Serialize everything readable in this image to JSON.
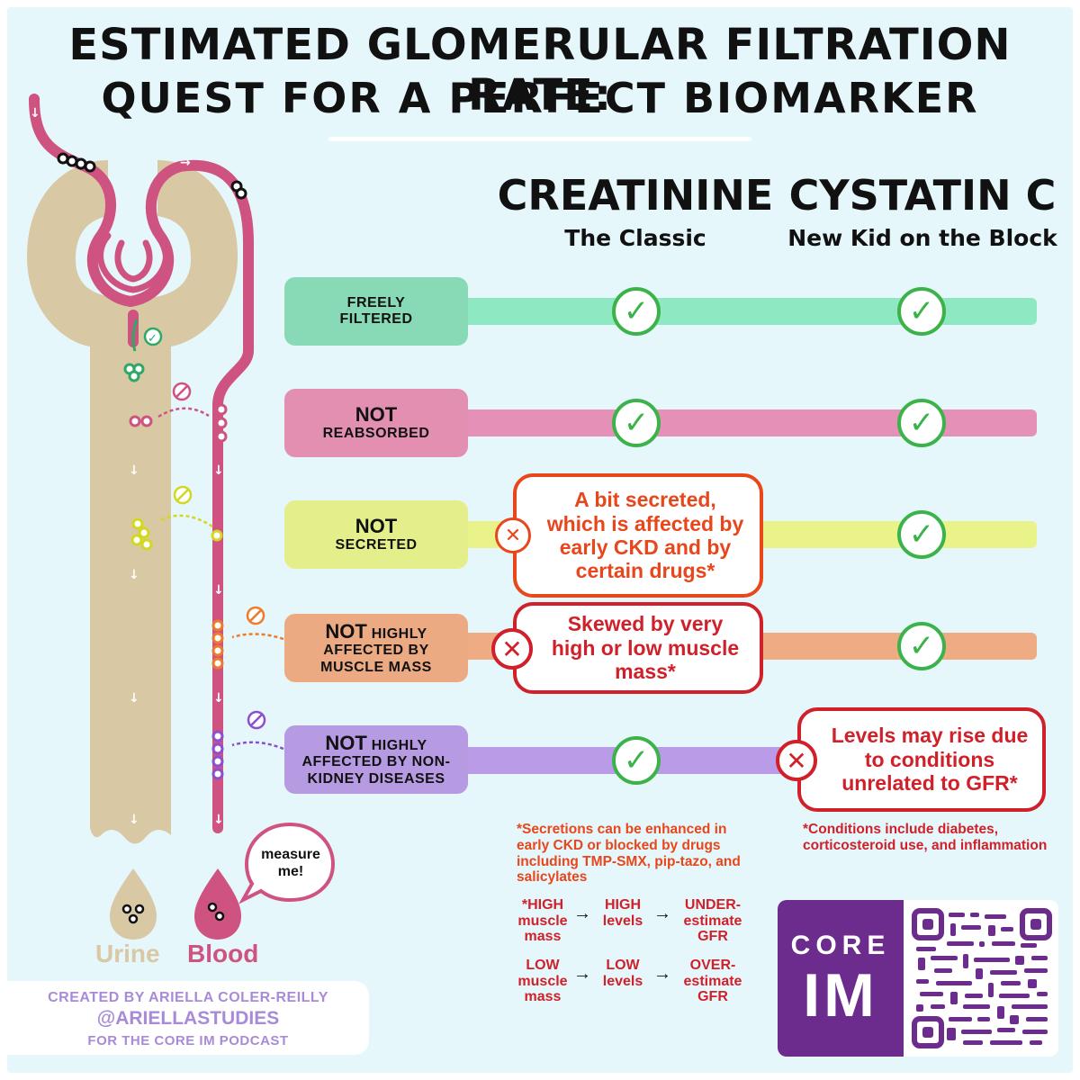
{
  "title": {
    "line1": "ESTIMATED GLOMERULAR FILTRATION RATE:",
    "line2": "QUEST FOR A PERFECT BIOMARKER"
  },
  "columns": [
    {
      "heading": "CREATININE",
      "subheading": "The Classic"
    },
    {
      "heading": "CYSTATIN C",
      "subheading": "New Kid on the Block"
    }
  ],
  "rows": [
    {
      "label_big": "",
      "label_small": "FREELY FILTERED",
      "color": "#8ee8c1",
      "label_color": "#88d9b5",
      "creatinine": {
        "status": "check"
      },
      "cystatin": {
        "status": "check"
      }
    },
    {
      "label_big": "NOT",
      "label_small": "REABSORBED",
      "color": "#e590b6",
      "label_color": "#e28fb2",
      "creatinine": {
        "status": "check"
      },
      "cystatin": {
        "status": "check"
      }
    },
    {
      "label_big": "NOT",
      "label_small": "SECRETED",
      "color": "#e9f38a",
      "label_color": "#e4ef8c",
      "creatinine": {
        "status": "partial",
        "note": "A bit secreted, which is affected by early CKD and by certain drugs*"
      },
      "cystatin": {
        "status": "check"
      }
    },
    {
      "label_big": "NOT",
      "label_big_suffix": " HIGHLY",
      "label_small": "AFFECTED BY MUSCLE MASS",
      "color": "#eeab84",
      "label_color": "#ecaa82",
      "creatinine": {
        "status": "fail",
        "note": "Skewed by very high or low muscle mass*"
      },
      "cystatin": {
        "status": "check"
      }
    },
    {
      "label_big": "NOT",
      "label_big_suffix": " HIGHLY",
      "label_small": "AFFECTED BY NON-KIDNEY DISEASES",
      "color": "#b99be8",
      "label_color": "#b69ae2",
      "creatinine": {
        "status": "check"
      },
      "cystatin": {
        "status": "fail",
        "note": "Levels may rise due to conditions unrelated to GFR*"
      }
    }
  ],
  "footnotes": {
    "secretion": "*Secretions can be enhanced in early CKD or blocked by drugs including TMP-SMX, pip-tazo, and salicylates",
    "conditions": "*Conditions include diabetes, corticosteroid use, and inflammation",
    "muscle_high": [
      "*HIGH muscle mass",
      "HIGH levels",
      "UNDER-estimate GFR"
    ],
    "muscle_low": [
      "LOW muscle mass",
      "LOW levels",
      "OVER-estimate GFR"
    ],
    "arrow": "→"
  },
  "nephron": {
    "urine_label": "Urine",
    "blood_label": "Blood",
    "speech": "measure me!",
    "urine_color": "#d8c8a4",
    "blood_color": "#cf5381"
  },
  "credit": {
    "line1": "CREATED BY ARIELLA COLER-REILLY",
    "line2": "@ARIELLASTUDIES",
    "line3": "FOR THE CORE IM PODCAST"
  },
  "logo": {
    "line1": "CORE",
    "line2": "IM",
    "color": "#6b2c8d"
  },
  "symbols": {
    "check": "✓",
    "cross": "✕",
    "no": "⊘"
  },
  "colors": {
    "check": "#3cb34a",
    "partial": "#e8461b",
    "fail": "#d0212a"
  }
}
